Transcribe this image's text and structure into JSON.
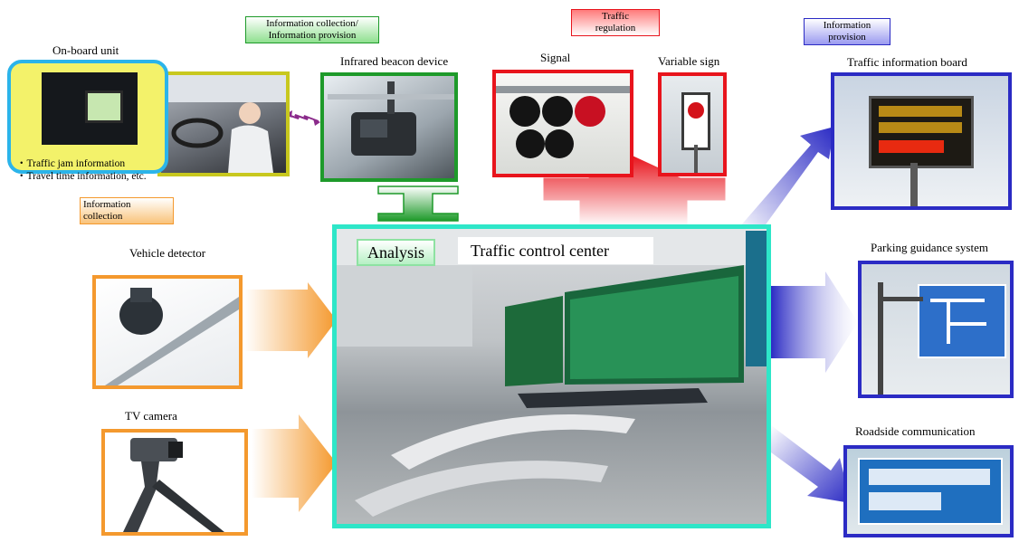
{
  "tags": {
    "info_collection_provision": [
      "Information collection/",
      "Information provision"
    ],
    "traffic_regulation": [
      "Traffic",
      "regulation"
    ],
    "information_provision": [
      "Information",
      "provision"
    ],
    "information_collection": [
      "Information",
      "collection"
    ]
  },
  "labels": {
    "on_board_unit": "On-board unit",
    "infrared_beacon": "Infrared beacon device",
    "signal": "Signal",
    "variable_sign": "Variable sign",
    "traffic_info_board": "Traffic information board",
    "vehicle_detector": "Vehicle detector",
    "parking_guidance": "Parking guidance system",
    "tv_camera": "TV camera",
    "roadside_communication": "Roadside communication"
  },
  "bubble_items": [
    "Traffic jam information",
    "Travel time information, etc."
  ],
  "center": {
    "analysis": "Analysis",
    "title": "Traffic control center"
  },
  "colors": {
    "green": "#1e9a2a",
    "red": "#e8141c",
    "blue": "#2b2bc4",
    "orange": "#f4992e",
    "teal": "#2ee6c8",
    "olive": "#c8c81e",
    "cyan": "#2bb4ea"
  }
}
